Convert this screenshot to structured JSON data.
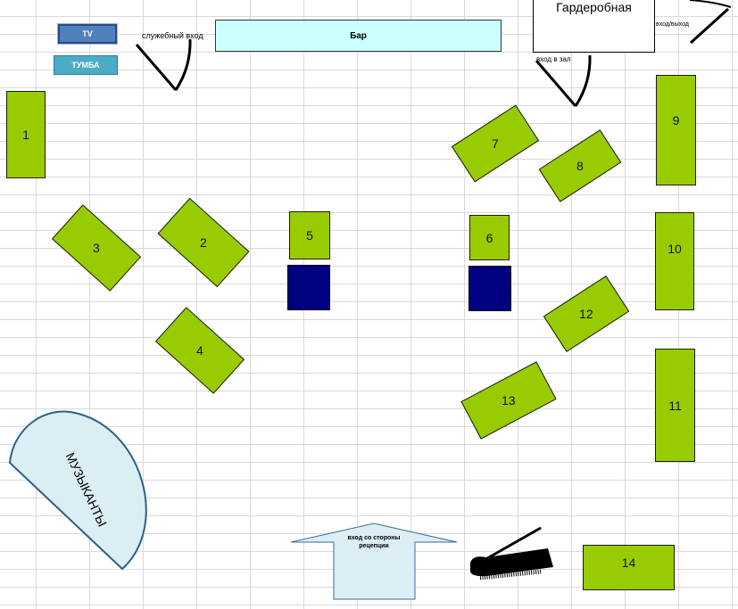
{
  "labels": {
    "tv": "TV",
    "tumba": "ТУМБА",
    "service_entrance": "служебный вход",
    "bar": "Бар",
    "cloakroom": "Гардеробная",
    "hall_entrance": "вход в зал",
    "entry_exit": "вход/выход",
    "reception_entrance": "вход со стороны рецепции",
    "musicians": "МУЗЫКАНТЫ"
  },
  "tables": [
    {
      "id": "t1",
      "label": "1"
    },
    {
      "id": "t2",
      "label": "2"
    },
    {
      "id": "t3",
      "label": "3"
    },
    {
      "id": "t4",
      "label": "4"
    },
    {
      "id": "t5",
      "label": "5"
    },
    {
      "id": "t6",
      "label": "6"
    },
    {
      "id": "t7",
      "label": "7"
    },
    {
      "id": "t8",
      "label": "8"
    },
    {
      "id": "t9",
      "label": "9"
    },
    {
      "id": "t10",
      "label": "10"
    },
    {
      "id": "t11",
      "label": "11"
    },
    {
      "id": "t12",
      "label": "12"
    },
    {
      "id": "t13",
      "label": "13"
    },
    {
      "id": "t14",
      "label": "14"
    }
  ],
  "colors": {
    "table_fill": "#99cc00",
    "speaker_block": "#000080",
    "bar_fill": "#ccffff",
    "tv_fill": "#4f81bd",
    "tumba_fill": "#4bacc6",
    "musicians_fill": "#dbeef4",
    "entrance_arrow_fill": "#dbeef4"
  }
}
